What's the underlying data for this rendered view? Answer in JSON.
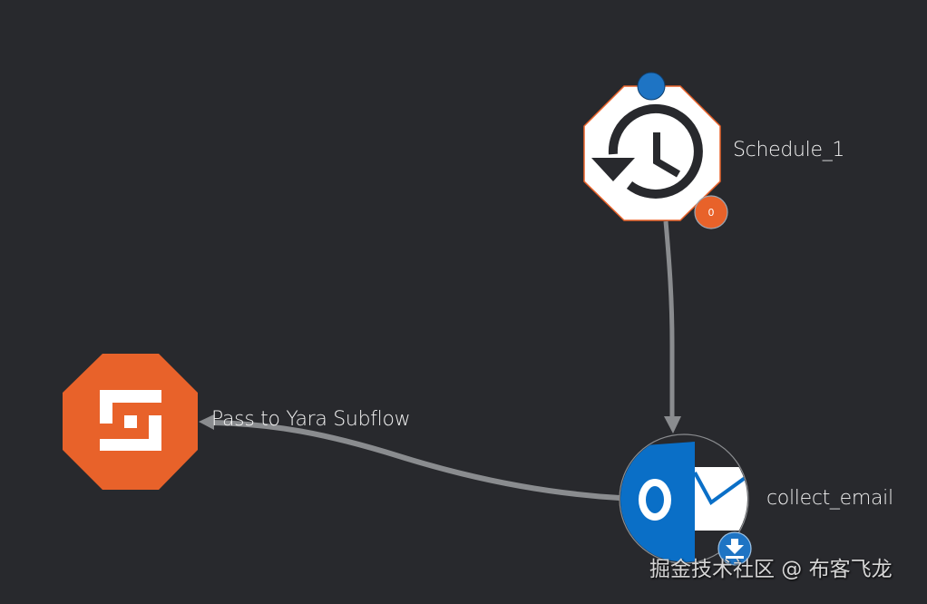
{
  "canvas": {
    "background": "#28292d"
  },
  "colors": {
    "edge": "#8a8c8f",
    "orange": "#e8622a",
    "outlook_blue": "#0a6fc7",
    "badge_blue": "#1e74c4",
    "white": "#ffffff",
    "text": "#f2f2f2"
  },
  "nodes": [
    {
      "id": "schedule",
      "label": "Schedule_1",
      "icon": "clock-history-icon",
      "shape": "octagon",
      "fill": "#ffffff",
      "border": "#e8622a",
      "error_count": "0"
    },
    {
      "id": "yara",
      "label": "Pass to Yara Subflow",
      "icon": "subflow-icon",
      "shape": "octagon",
      "fill": "#e8622a"
    },
    {
      "id": "collect_email",
      "label": "collect_email",
      "icon": "outlook-icon",
      "shape": "circle",
      "action_badge": "download-icon"
    }
  ],
  "edges": [
    {
      "from": "Schedule_1",
      "to": "collect_email"
    },
    {
      "from": "collect_email",
      "to": "Pass to Yara Subflow"
    }
  ],
  "watermark": "掘金技术社区 @ 布客飞龙"
}
